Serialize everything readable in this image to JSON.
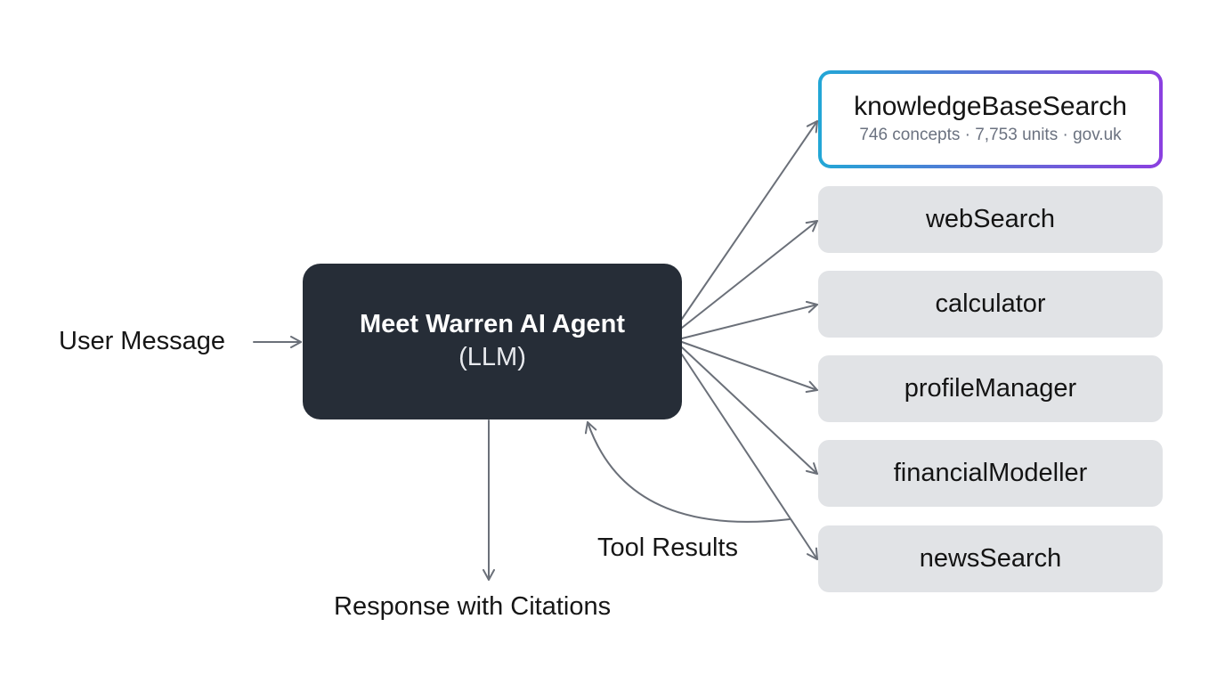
{
  "input_label": "User Message",
  "agent": {
    "title": "Meet Warren AI Agent",
    "subtitle": "(LLM)"
  },
  "output_label": "Response with Citations",
  "feedback_label": "Tool Results",
  "tools": {
    "knowledge_base": {
      "name": "knowledgeBaseSearch",
      "details": "746 concepts · 7,753 units · gov.uk"
    },
    "web_search": "webSearch",
    "calculator": "calculator",
    "profile_manager": "profileManager",
    "financial_modeller": "financialModeller",
    "news_search": "newsSearch"
  },
  "colors": {
    "agent_fill": "#262d37",
    "tool_fill": "#e1e3e6",
    "arrow": "#6b7079",
    "highlight_gradient_start": "#22a7d6",
    "highlight_gradient_end": "#8b3fe0"
  }
}
